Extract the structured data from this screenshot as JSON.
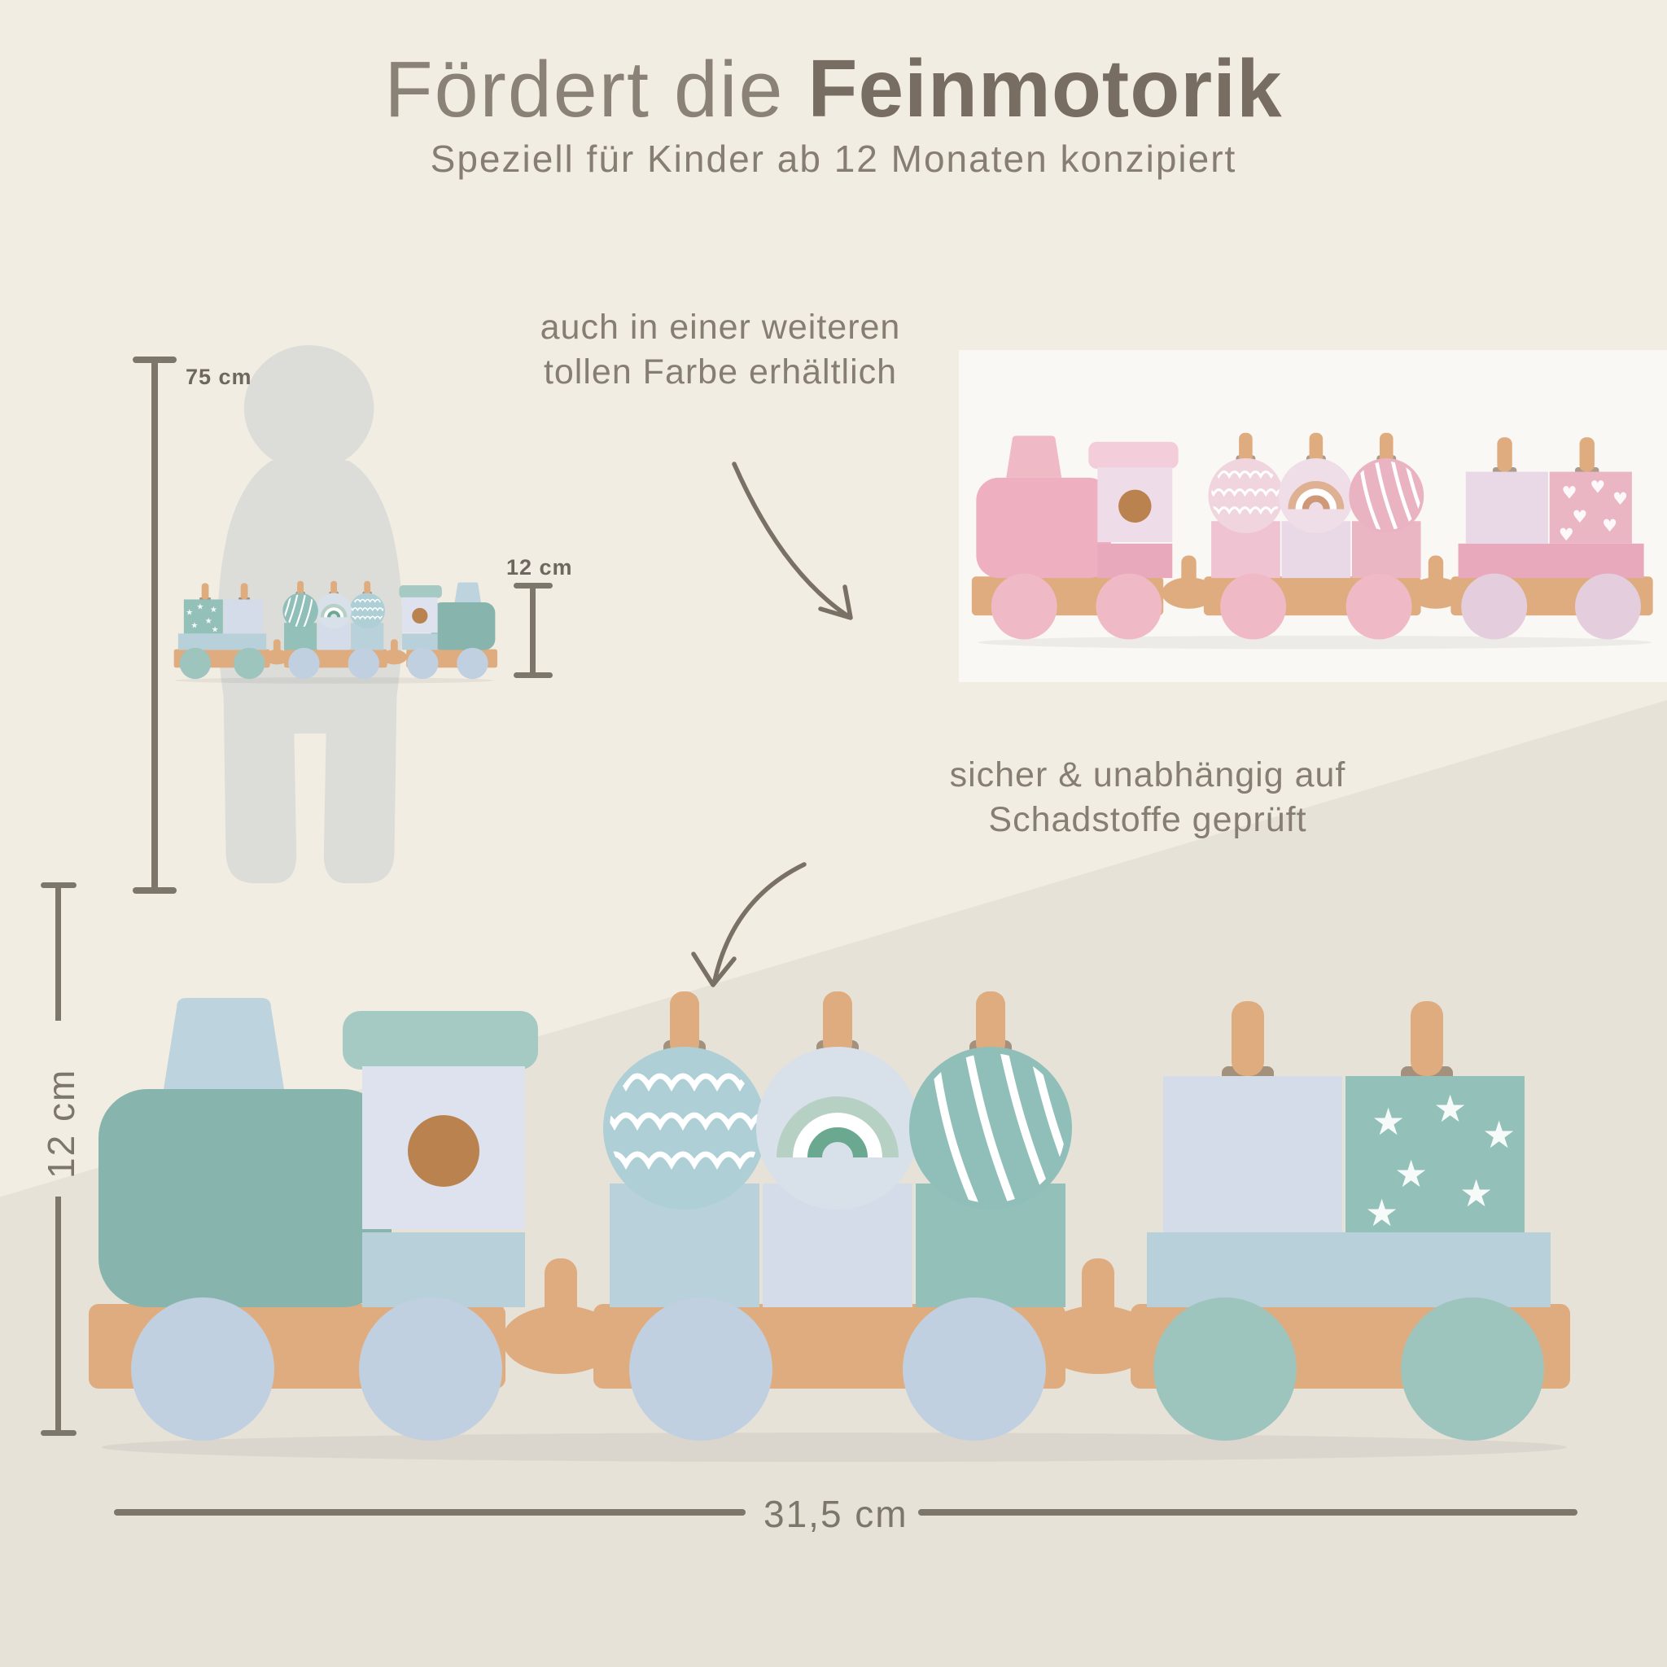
{
  "header": {
    "title_light": "Fördert die ",
    "title_bold": "Feinmotorik",
    "subtitle": "Speziell für Kinder ab 12 Monaten konzipiert"
  },
  "callouts": {
    "color_variant": {
      "line1": "auch in einer weiteren",
      "line2": "tollen Farbe erhältlich"
    },
    "safety": {
      "line1": "sicher & unabhängig auf",
      "line2": "Schadstoffe geprüft"
    }
  },
  "dimensions": {
    "child_height": "75 cm",
    "small_toy_height": "12 cm",
    "large_toy_height": "12 cm",
    "toy_length": "31,5 cm"
  },
  "icons": {
    "arrow_right": "curved-arrow-pointing-to-pink-train",
    "arrow_down": "curved-arrow-pointing-to-blue-train",
    "silhouette": "toddler-silhouette"
  },
  "colors": {
    "bg": "#f2ede3",
    "wedge": "#e6e2d8",
    "photo_bg": "#faf8f4",
    "ink": "#8a8177",
    "ink_bold": "#786d62",
    "text": "#867d73",
    "dim": "#7d766b",
    "dim_label": "#6d675f",
    "arrow": "#7a7166",
    "silhouette": "#dcddd8",
    "wood": "#dfac7f",
    "wood_dark": "#b9824f",
    "wood_slot": "#6b4f35",
    "boiler": "#87b5ae",
    "funnel": "#bdd3de",
    "roof": "#a5cac3",
    "cab": "#dde2ee",
    "band": "#b7d0d9",
    "cube1": "#b9d1da",
    "cube2": "#d3dce8",
    "cube3": "#93c0b9",
    "disc1": "#aecfd6",
    "disc2": "#d8e0ea",
    "disc3": "#8fbfb8",
    "rain_outer": "#b7d0c4",
    "rain_inner": "#6aa890",
    "wheelA": "#c0d0e0",
    "wheelB": "#9dc5be",
    "p_boiler": "#eeafc0",
    "p_funnel": "#f0b9c6",
    "p_roof": "#f3cdd9",
    "p_cab": "#eedce9",
    "p_band": "#e8a9bc",
    "p_cube1": "#efc3d1",
    "p_cube2": "#e9d9e6",
    "p_cube3": "#eab6c3",
    "p_disc1": "#f0d5de",
    "p_disc2": "#efdde7",
    "p_disc3": "#eab3c1",
    "p_rain_outer": "#dfb193",
    "p_rain_inner": "#cf9878",
    "p_wheelA": "#f0b9c6",
    "p_wheelB": "#e4cede"
  }
}
